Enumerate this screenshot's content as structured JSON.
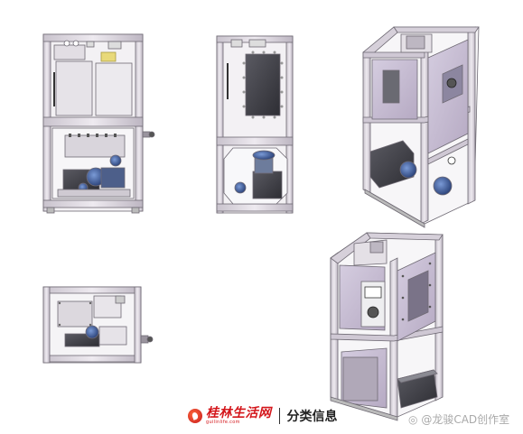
{
  "branding": {
    "site_name": "桂林生活网",
    "site_domain": "guilinlife.com",
    "section": "分类信息"
  },
  "watermark": "@龙骏CAD创作室",
  "palette": {
    "frame": "#d8d2dc",
    "frame_edge": "#8a8490",
    "panel_purple": "#c9bfd2",
    "dark_panel": "#4a4a50",
    "motor_blue": "#3d5a9a",
    "background": "#ffffff"
  },
  "icons": [
    "logo-mark-icon",
    "weibo-icon"
  ]
}
